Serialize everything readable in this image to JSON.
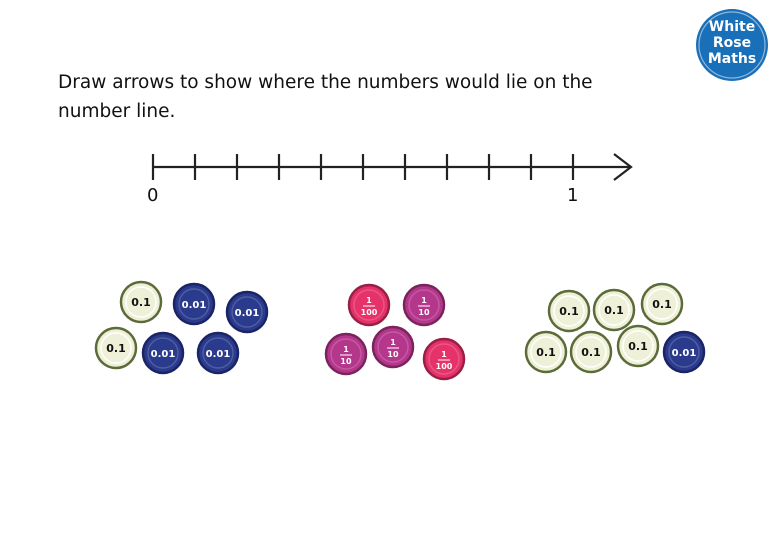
{
  "question": "Draw arrows to show where the numbers would lie on the number line.",
  "logo": {
    "line1": "White",
    "line2": "Rose",
    "line3": "Maths"
  },
  "number_line": {
    "start_label": "0",
    "end_label": "1",
    "intervals": 10
  },
  "colors": {
    "tenth_counter": "#eef1d7",
    "tenth_counter_border": "#5c6b3a",
    "hundredth_counter": "#2a3a8c",
    "fraction_hundredth": "#e5326a",
    "fraction_tenth": "#b4378c",
    "logo": "#1a6fb9"
  },
  "groups": [
    {
      "counters": [
        {
          "label": "0.1",
          "kind": "tenth"
        },
        {
          "label": "0.01",
          "kind": "hundredth"
        },
        {
          "label": "0.01",
          "kind": "hundredth"
        },
        {
          "label": "0.1",
          "kind": "tenth"
        },
        {
          "label": "0.01",
          "kind": "hundredth"
        },
        {
          "label": "0.01",
          "kind": "hundredth"
        }
      ]
    },
    {
      "counters": [
        {
          "num": "1",
          "den": "100",
          "kind": "frac-hundredth"
        },
        {
          "num": "1",
          "den": "10",
          "kind": "frac-tenth"
        },
        {
          "num": "1",
          "den": "10",
          "kind": "frac-tenth"
        },
        {
          "num": "1",
          "den": "10",
          "kind": "frac-tenth"
        },
        {
          "num": "1",
          "den": "100",
          "kind": "frac-hundredth"
        }
      ]
    },
    {
      "counters": [
        {
          "label": "0.1",
          "kind": "tenth"
        },
        {
          "label": "0.1",
          "kind": "tenth"
        },
        {
          "label": "0.1",
          "kind": "tenth"
        },
        {
          "label": "0.1",
          "kind": "tenth"
        },
        {
          "label": "0.1",
          "kind": "tenth"
        },
        {
          "label": "0.1",
          "kind": "tenth"
        },
        {
          "label": "0.01",
          "kind": "hundredth"
        }
      ]
    }
  ]
}
